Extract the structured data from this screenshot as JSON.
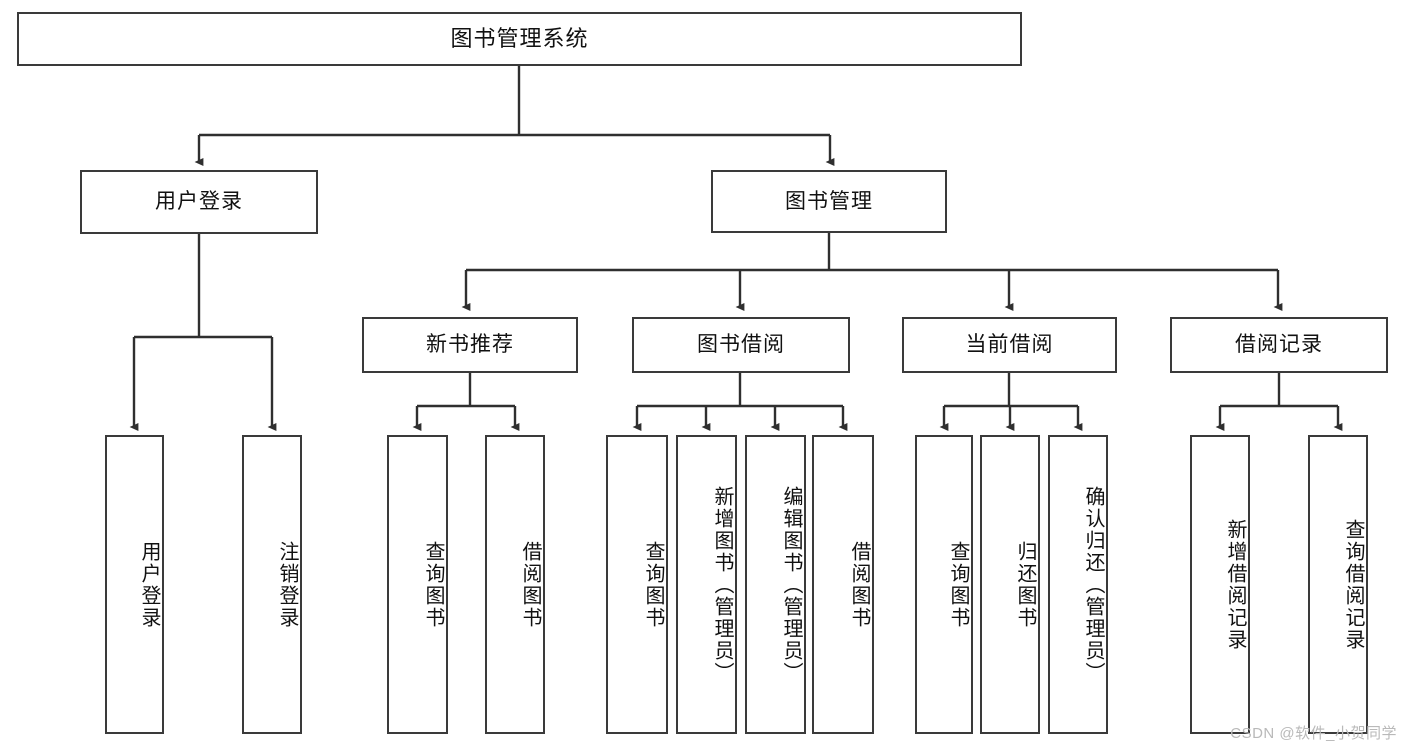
{
  "diagram": {
    "title_label": "图书管理系统",
    "background_color": "#ffffff",
    "line_color": "#3a3a3a",
    "text_color": "#111111",
    "level1": [
      {
        "label": "用户登录"
      },
      {
        "label": "图书管理"
      }
    ],
    "level2": [
      {
        "label": "新书推荐"
      },
      {
        "label": "图书借阅"
      },
      {
        "label": "当前借阅"
      },
      {
        "label": "借阅记录"
      }
    ],
    "leaves": {
      "user_login": [
        {
          "label": "用户登录"
        },
        {
          "label": "注销登录"
        }
      ],
      "new_book_recommend": [
        {
          "label": "查询图书"
        },
        {
          "label": "借阅图书"
        }
      ],
      "book_borrow": [
        {
          "label": "查询图书"
        },
        {
          "label": "新增图书（管理员）"
        },
        {
          "label": "编辑图书（管理员）"
        },
        {
          "label": "借阅图书"
        }
      ],
      "current_borrow": [
        {
          "label": "查询图书"
        },
        {
          "label": "归还图书"
        },
        {
          "label": "确认归还（管理员）"
        }
      ],
      "borrow_record": [
        {
          "label": "新增借阅记录"
        },
        {
          "label": "查询借阅记录"
        }
      ]
    }
  },
  "watermark": {
    "text": "CSDN @软件_小贺同学"
  }
}
